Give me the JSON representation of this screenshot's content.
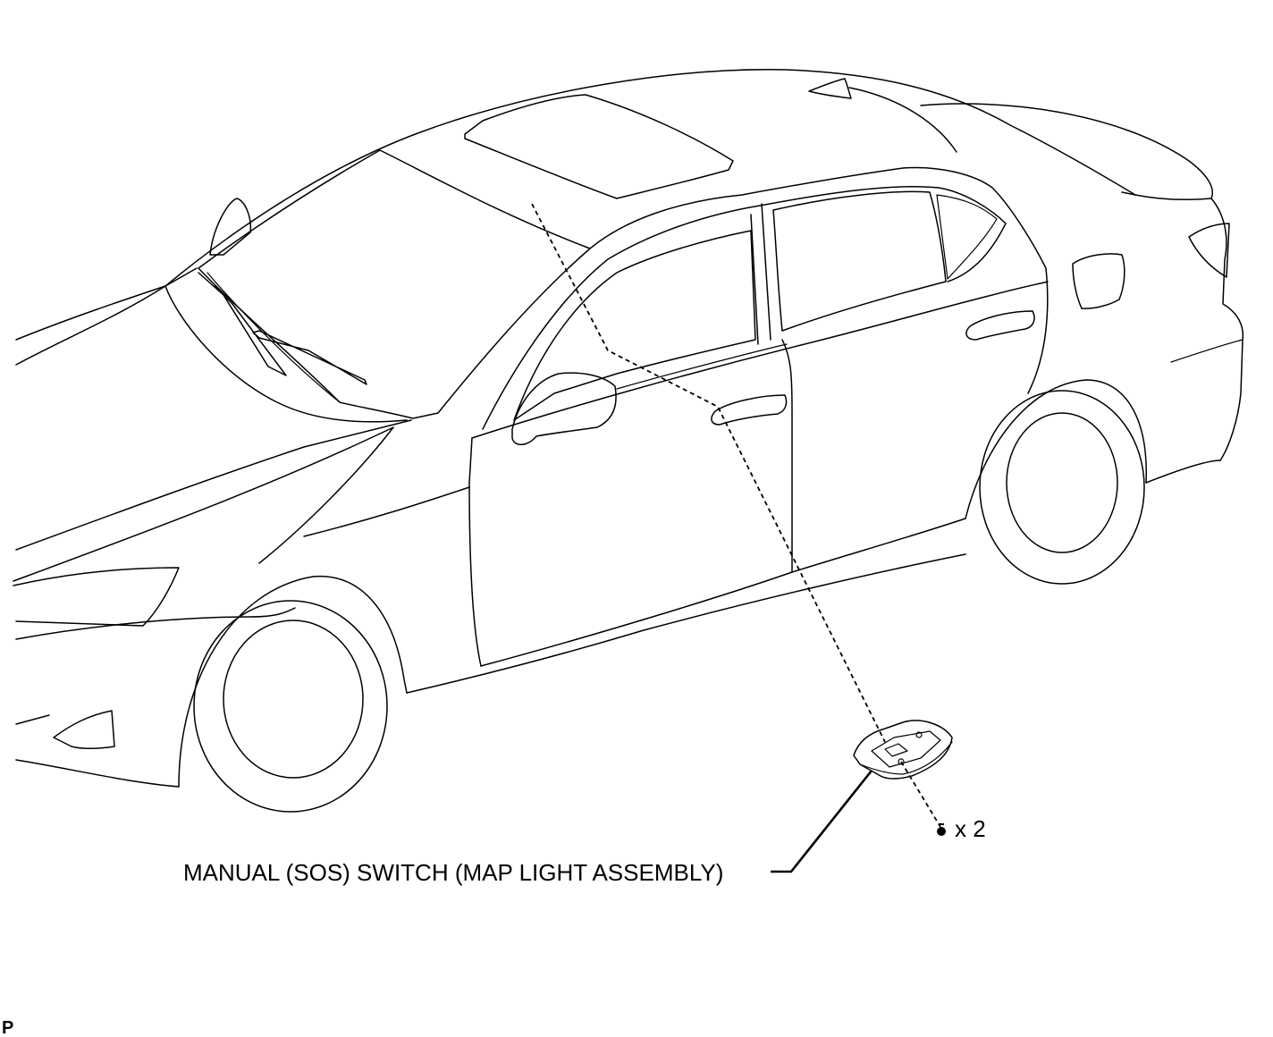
{
  "diagram": {
    "part_label": "MANUAL (SOS) SWITCH (MAP LIGHT ASSEMBLY)",
    "screw_count_label": "x 2",
    "corner_code": "P",
    "line_color": "#000000",
    "background": "#ffffff"
  }
}
